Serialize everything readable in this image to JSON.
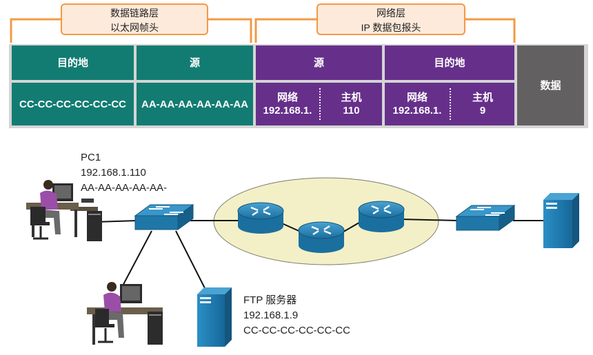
{
  "frame": {
    "datalink_label_1": "数据链路层",
    "datalink_label_2": "以太网帧头",
    "ip_label_1": "网络层",
    "ip_label_2": "IP 数据包报头"
  },
  "headers": {
    "eth_dest": "目的地",
    "eth_src": "源",
    "ip_src": "源",
    "ip_dest": "目的地",
    "data": "数据"
  },
  "values": {
    "eth_dest": "CC-CC-CC-CC-CC-CC",
    "eth_src": "AA-AA-AA-AA-AA-AA",
    "ip_src_net_label": "网络",
    "ip_src_net": "192.168.1.",
    "ip_src_host_label": "主机",
    "ip_src_host": "110",
    "ip_dest_net_label": "网络",
    "ip_dest_net": "192.168.1.",
    "ip_dest_host_label": "主机",
    "ip_dest_host": "9"
  },
  "pc1": {
    "name": "PC1",
    "ip": "192.168.1.110",
    "mac": "AA-AA-AA-AA-AA-"
  },
  "ftp": {
    "name": "FTP 服务器",
    "ip": "192.168.1.9",
    "mac": "CC-CC-CC-CC-CC-CC"
  },
  "colors": {
    "teal": "#137c72",
    "purple": "#66308a",
    "gray": "#636061",
    "orange": "#f29a45",
    "cloud": "#f3f0c7",
    "device_blue": "#1e7fb0"
  }
}
